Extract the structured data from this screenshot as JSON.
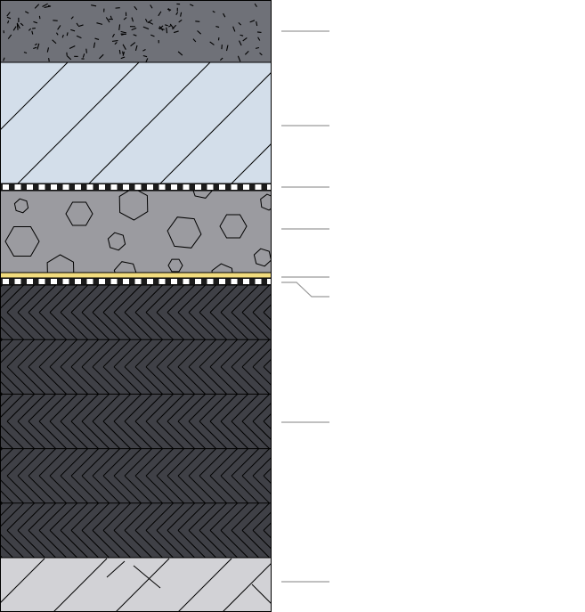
{
  "diagram": {
    "layers": [
      {
        "id": "top-aggregate",
        "fill": "#6f7178",
        "pattern": "speckle-dashes"
      },
      {
        "id": "drainage-board",
        "fill": "#d3deea",
        "pattern": "diagonal-lines"
      },
      {
        "id": "membrane-upper",
        "fill": "#1c1c1c",
        "pattern": "square-dots-white"
      },
      {
        "id": "gravel-bed",
        "fill": "#9b9ba0",
        "pattern": "hexagon-stones"
      },
      {
        "id": "yellow-film",
        "fill": "#f2dc7e",
        "pattern": "stripe"
      },
      {
        "id": "membrane-lower",
        "fill": "#1c1c1c",
        "pattern": "square-dots-white"
      },
      {
        "id": "insulation-stack",
        "fill": "#3f4046",
        "pattern": "herringbone",
        "panels": 5
      },
      {
        "id": "concrete-base",
        "fill": "#d2d2d6",
        "pattern": "diagonal-lines"
      }
    ],
    "colors": {
      "outline": "#000000",
      "leader": "#9a9a9a",
      "background": "#ffffff"
    },
    "leader_count": 8
  }
}
